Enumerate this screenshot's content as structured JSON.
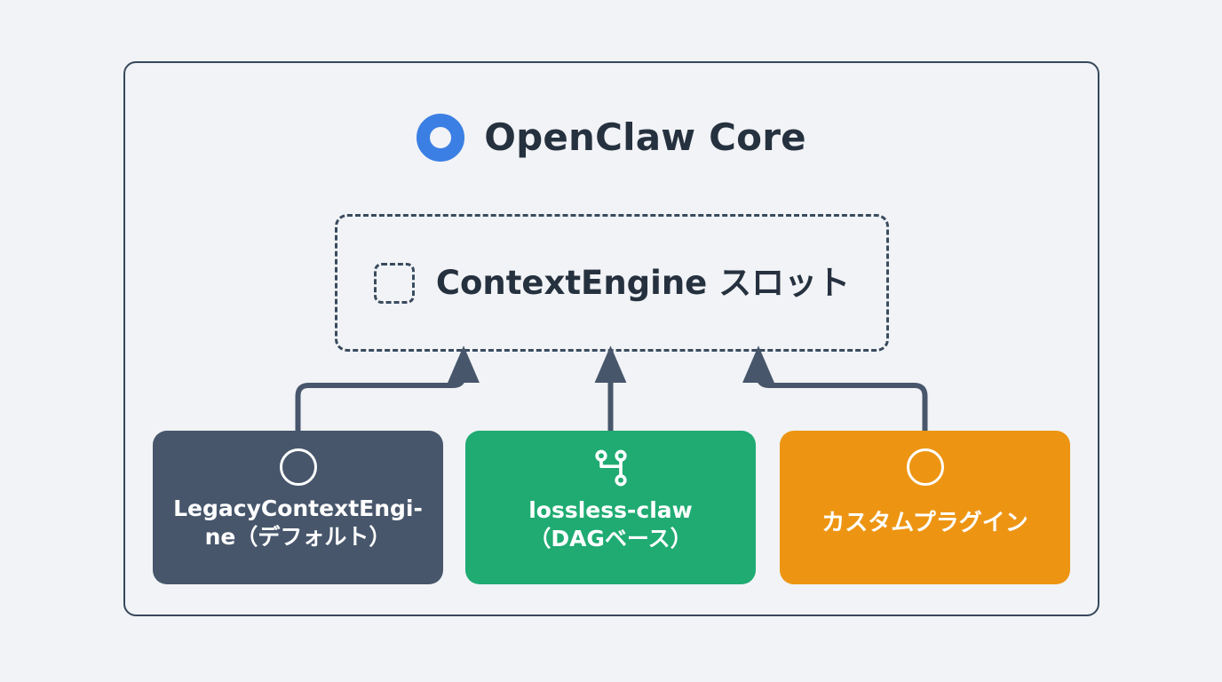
{
  "page": {
    "background_color": "#f1f3f6",
    "frame_border_color": "#37485c"
  },
  "header": {
    "icon": "blue-ring-icon",
    "icon_color": "#3b7fe4",
    "title": "OpenClaw Core",
    "title_color": "#26313f"
  },
  "slot": {
    "icon": "dashed-square-icon",
    "label": "ContextEngine スロット",
    "border_style": "dashed",
    "border_color": "#3a4b5e"
  },
  "nodes": [
    {
      "id": "legacy-context-engine",
      "icon": "circle-outline-icon",
      "label_line1": "LegacyContextEngi-",
      "label_line2": "ne（デフォルト）",
      "full_label": "LegacyContextEngine（デフォルト）",
      "color": "#47566b"
    },
    {
      "id": "lossless-claw",
      "icon": "dag-branch-icon",
      "label_line1": "lossless-claw",
      "label_line2": "（DAGベース）",
      "full_label": "lossless-claw（DAGベース）",
      "color": "#1fab72"
    },
    {
      "id": "custom-plugin",
      "icon": "circle-outline-icon",
      "label_line1": "カスタムプラグイン",
      "label_line2": "",
      "full_label": "カスタムプラグイン",
      "color": "#ed9513"
    }
  ],
  "connectors": {
    "color": "#47566b",
    "description": "three arrows from node cards up into the ContextEngine slot box"
  }
}
